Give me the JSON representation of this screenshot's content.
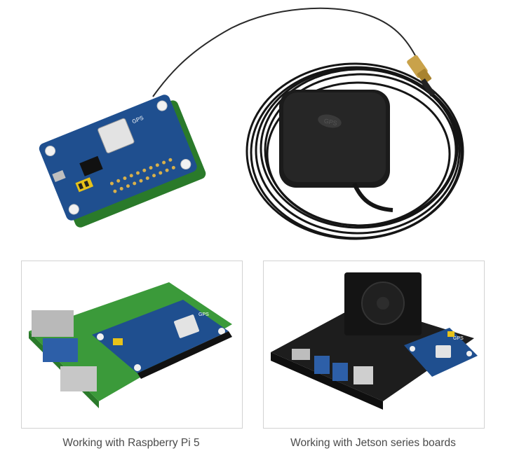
{
  "hero": {
    "module_labels": {
      "gps": "GPS"
    },
    "antenna_text": "GPS"
  },
  "panels": [
    {
      "caption": "Working with Raspberry Pi 5",
      "board_label": "GPS"
    },
    {
      "caption": "Working with Jetson series boards",
      "board_label": "GPS"
    }
  ],
  "colors": {
    "pcb_blue": "#1f4f8f",
    "rpi_green": "#3b9a3a",
    "antenna_black": "#1a1a1a",
    "brass": "#c9a24a",
    "jumper_yellow": "#e7c21a"
  }
}
